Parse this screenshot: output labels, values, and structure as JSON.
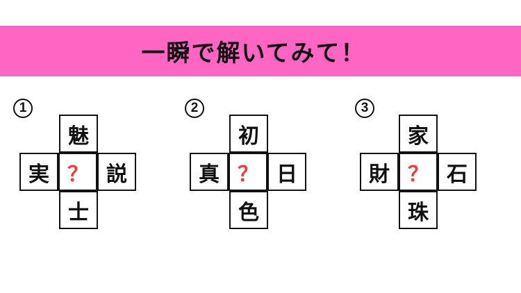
{
  "banner": {
    "title": "一瞬で解いてみて！",
    "background_color": "#ff66c4"
  },
  "puzzles": [
    {
      "number": "1",
      "top": "魅",
      "left": "実",
      "center": "？",
      "right": "説",
      "bottom": "士"
    },
    {
      "number": "2",
      "top": "初",
      "left": "真",
      "center": "？",
      "right": "日",
      "bottom": "色"
    },
    {
      "number": "3",
      "top": "家",
      "left": "財",
      "center": "？",
      "right": "石",
      "bottom": "珠"
    }
  ],
  "colors": {
    "question_mark": "#f23b3b",
    "text": "#111111"
  }
}
